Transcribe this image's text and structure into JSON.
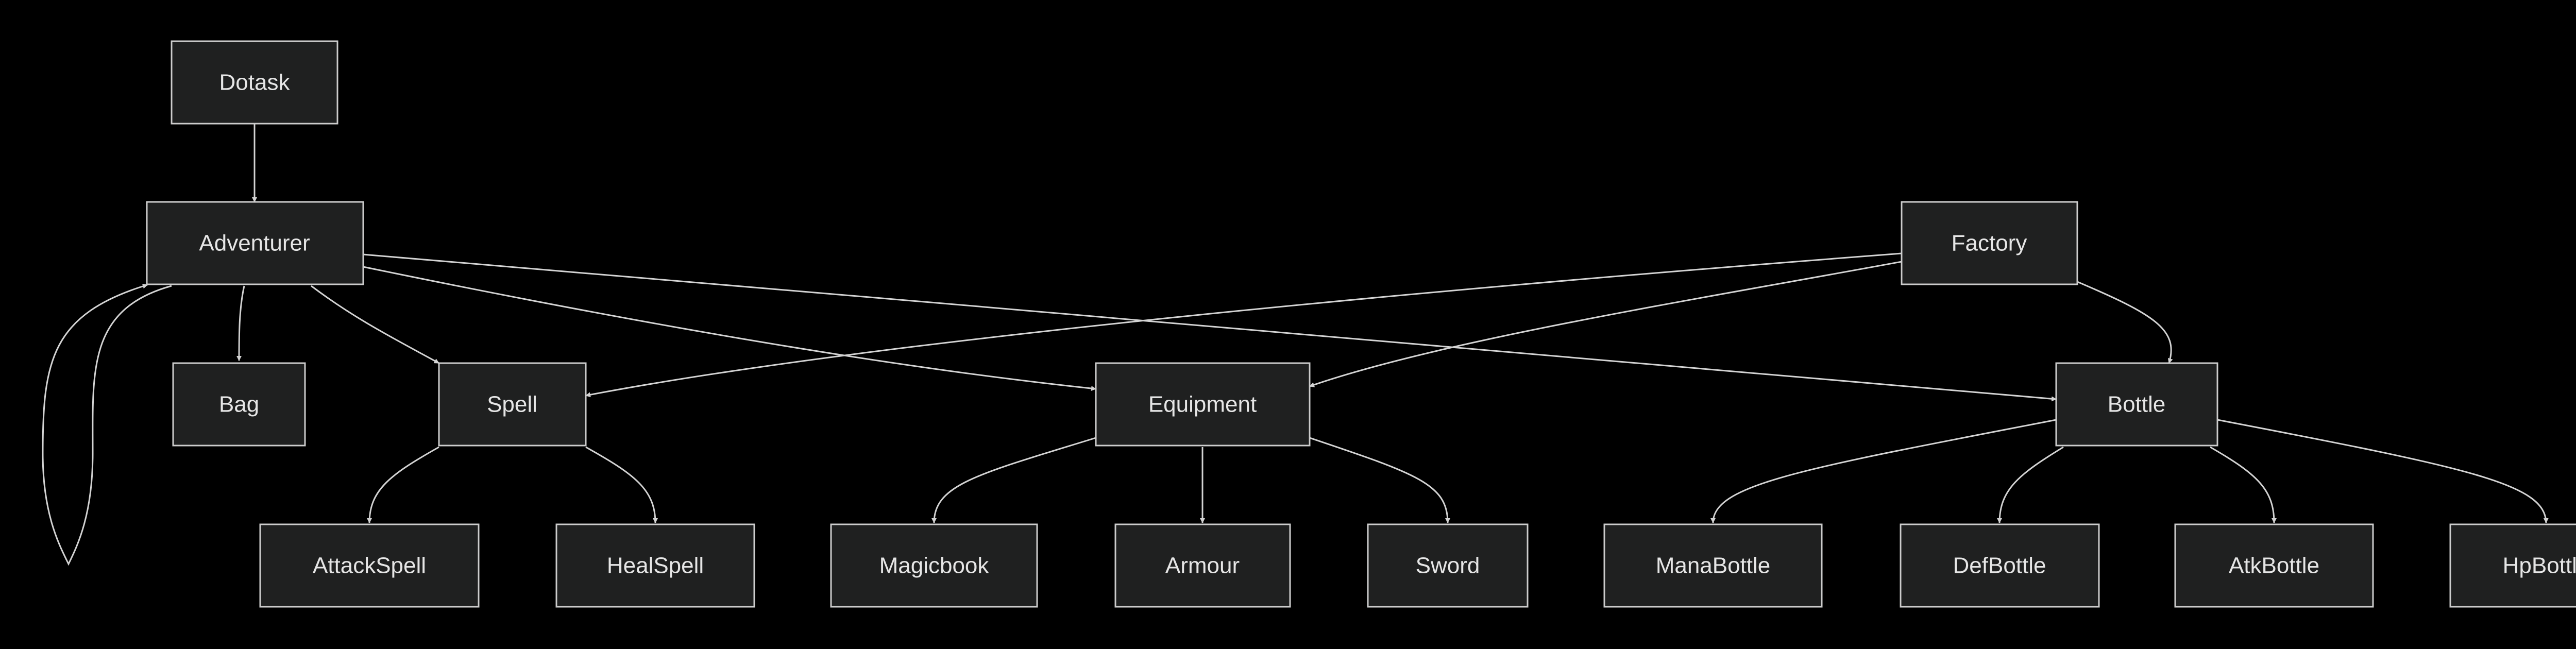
{
  "diagram": {
    "nodes": [
      {
        "id": "dotask",
        "label": "Dotask"
      },
      {
        "id": "adventurer",
        "label": "Adventurer"
      },
      {
        "id": "factory",
        "label": "Factory"
      },
      {
        "id": "bag",
        "label": "Bag"
      },
      {
        "id": "spell",
        "label": "Spell"
      },
      {
        "id": "equipment",
        "label": "Equipment"
      },
      {
        "id": "bottle",
        "label": "Bottle"
      },
      {
        "id": "attackspell",
        "label": "AttackSpell"
      },
      {
        "id": "healspell",
        "label": "HealSpell"
      },
      {
        "id": "magicbook",
        "label": "Magicbook"
      },
      {
        "id": "armour",
        "label": "Armour"
      },
      {
        "id": "sword",
        "label": "Sword"
      },
      {
        "id": "manabottle",
        "label": "ManaBottle"
      },
      {
        "id": "defbottle",
        "label": "DefBottle"
      },
      {
        "id": "atkbottle",
        "label": "AtkBottle"
      },
      {
        "id": "hpbottle",
        "label": "HpBottle"
      }
    ],
    "edges": [
      {
        "from": "dotask",
        "to": "adventurer"
      },
      {
        "from": "adventurer",
        "to": "adventurer"
      },
      {
        "from": "adventurer",
        "to": "bag"
      },
      {
        "from": "adventurer",
        "to": "spell"
      },
      {
        "from": "adventurer",
        "to": "equipment"
      },
      {
        "from": "adventurer",
        "to": "bottle"
      },
      {
        "from": "factory",
        "to": "spell"
      },
      {
        "from": "factory",
        "to": "equipment"
      },
      {
        "from": "factory",
        "to": "bottle"
      },
      {
        "from": "spell",
        "to": "attackspell"
      },
      {
        "from": "spell",
        "to": "healspell"
      },
      {
        "from": "equipment",
        "to": "magicbook"
      },
      {
        "from": "equipment",
        "to": "armour"
      },
      {
        "from": "equipment",
        "to": "sword"
      },
      {
        "from": "bottle",
        "to": "manabottle"
      },
      {
        "from": "bottle",
        "to": "defbottle"
      },
      {
        "from": "bottle",
        "to": "atkbottle"
      },
      {
        "from": "bottle",
        "to": "hpbottle"
      }
    ]
  }
}
